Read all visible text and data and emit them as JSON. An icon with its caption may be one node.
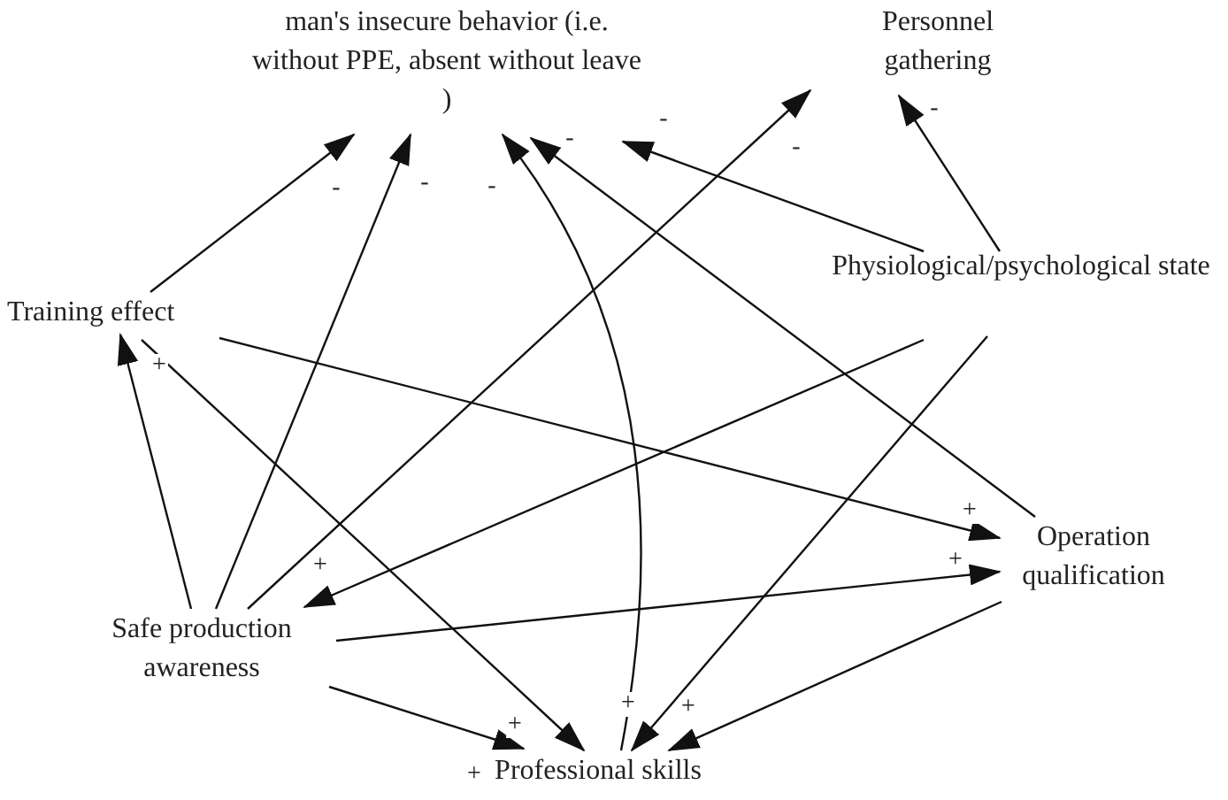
{
  "diagram": {
    "nodes": [
      {
        "text": [
          "man's insecure behavior (i.e. without PPE, absent without leave )"
        ]
      },
      {
        "text": [
          "Personnel gathering"
        ]
      },
      {
        "text": [
          "Training effect"
        ]
      },
      {
        "text": [
          "Physiological/psychological state"
        ]
      },
      {
        "text": [
          "Operation qualification"
        ]
      },
      {
        "text": [
          "Safe production awareness"
        ]
      },
      {
        "text": [
          "Professional skills"
        ]
      }
    ],
    "edges": [
      {
        "from": 2,
        "to": 0,
        "arrow": "to",
        "label": "-"
      },
      {
        "from": 5,
        "to": 0,
        "arrow": "to",
        "label": "-"
      },
      {
        "from": 6,
        "to": 0,
        "arrow": "to",
        "label": "-"
      },
      {
        "from": 4,
        "to": 0,
        "arrow": "to",
        "label": "-"
      },
      {
        "from": 3,
        "to": 0,
        "arrow": "to",
        "label": "-"
      },
      {
        "from": 5,
        "to": 1,
        "arrow": "to",
        "label": "-"
      },
      {
        "from": 3,
        "to": 1,
        "arrow": "to",
        "label": "-"
      },
      {
        "from": 5,
        "to": 2,
        "arrow": "to",
        "label": "+"
      },
      {
        "from": 2,
        "to": 4,
        "arrow": "to",
        "label": "+"
      },
      {
        "from": 2,
        "to": 6,
        "arrow": "to",
        "label": "+"
      },
      {
        "from": 3,
        "to": 5,
        "arrow": "to",
        "label": "+"
      },
      {
        "from": 5,
        "to": 4,
        "arrow": "to",
        "label": "+"
      },
      {
        "from": 5,
        "to": 6,
        "arrow": "to",
        "label": "+"
      },
      {
        "from": 3,
        "to": 6,
        "arrow": "to",
        "label": "+"
      },
      {
        "from": 4,
        "to": 6,
        "arrow": "to",
        "label": "+"
      }
    ]
  }
}
